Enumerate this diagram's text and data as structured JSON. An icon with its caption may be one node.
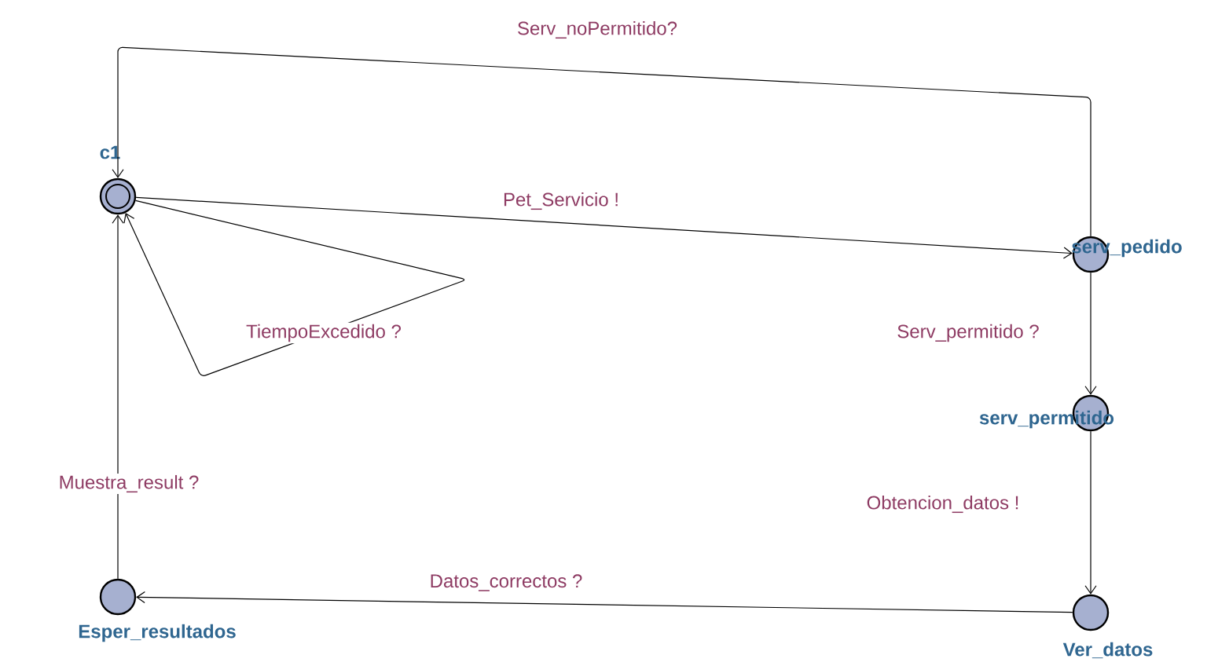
{
  "diagram": {
    "nodes": [
      {
        "text": [
          "c1"
        ]
      },
      {
        "text": [
          "serv_pedido"
        ]
      },
      {
        "text": [
          "serv_permitido"
        ]
      },
      {
        "text": [
          "Ver_datos"
        ]
      },
      {
        "text": [
          "Esper_resultados"
        ]
      }
    ],
    "edges": [
      {
        "from": 0,
        "to": 1,
        "arrow": "to",
        "label": "Pet_Servicio !"
      },
      {
        "from": 1,
        "to": 0,
        "arrow": "to",
        "label": "Serv_noPermitido?"
      },
      {
        "from": 0,
        "to": 0,
        "arrow": "to",
        "label": "TiempoExcedido ?"
      },
      {
        "from": 1,
        "to": 2,
        "arrow": "to",
        "label": "Serv_permitido ?"
      },
      {
        "from": 2,
        "to": 3,
        "arrow": "to",
        "label": "Obtencion_datos !"
      },
      {
        "from": 3,
        "to": 4,
        "arrow": "to",
        "label": "Datos_correctos ?"
      },
      {
        "from": 4,
        "to": 0,
        "arrow": "to",
        "label": "Muestra_result ?"
      }
    ]
  }
}
